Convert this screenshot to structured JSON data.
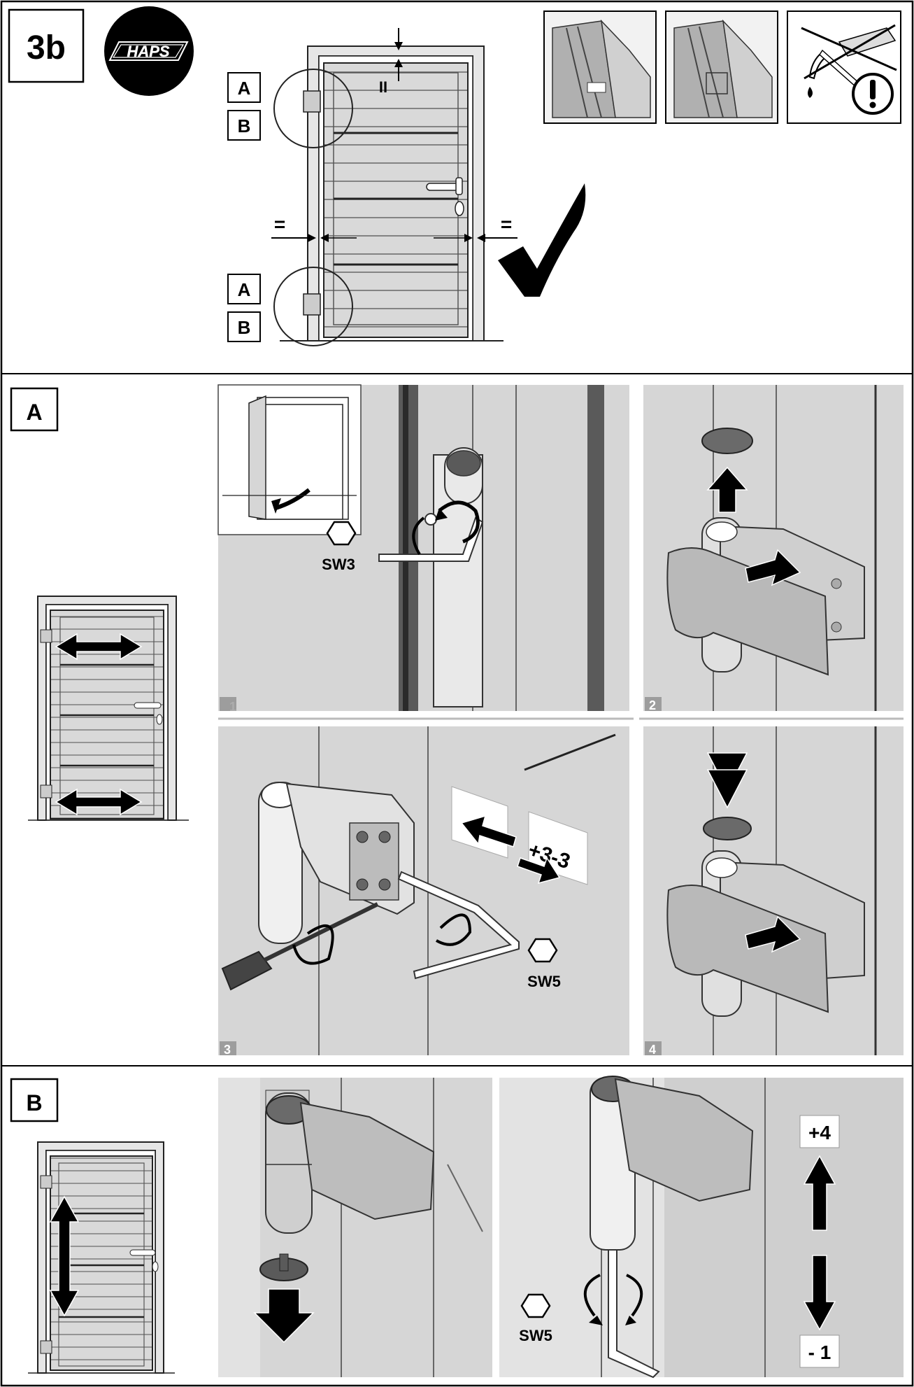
{
  "header": {
    "step": "3b",
    "brand": "HAPS",
    "hinge_top": [
      "A",
      "B"
    ],
    "hinge_bottom": [
      "A",
      "B"
    ],
    "gap_top": "II",
    "gap_left": "=",
    "gap_right": "="
  },
  "section_a": {
    "label": "A",
    "panels": [
      "1",
      "2",
      "3",
      "4"
    ],
    "tool_1": "SW3",
    "tool_3": "SW5",
    "adjust_range": "+3-3"
  },
  "section_b": {
    "label": "B",
    "tool": "SW5",
    "range_max": "+4",
    "range_min": "- 1"
  }
}
